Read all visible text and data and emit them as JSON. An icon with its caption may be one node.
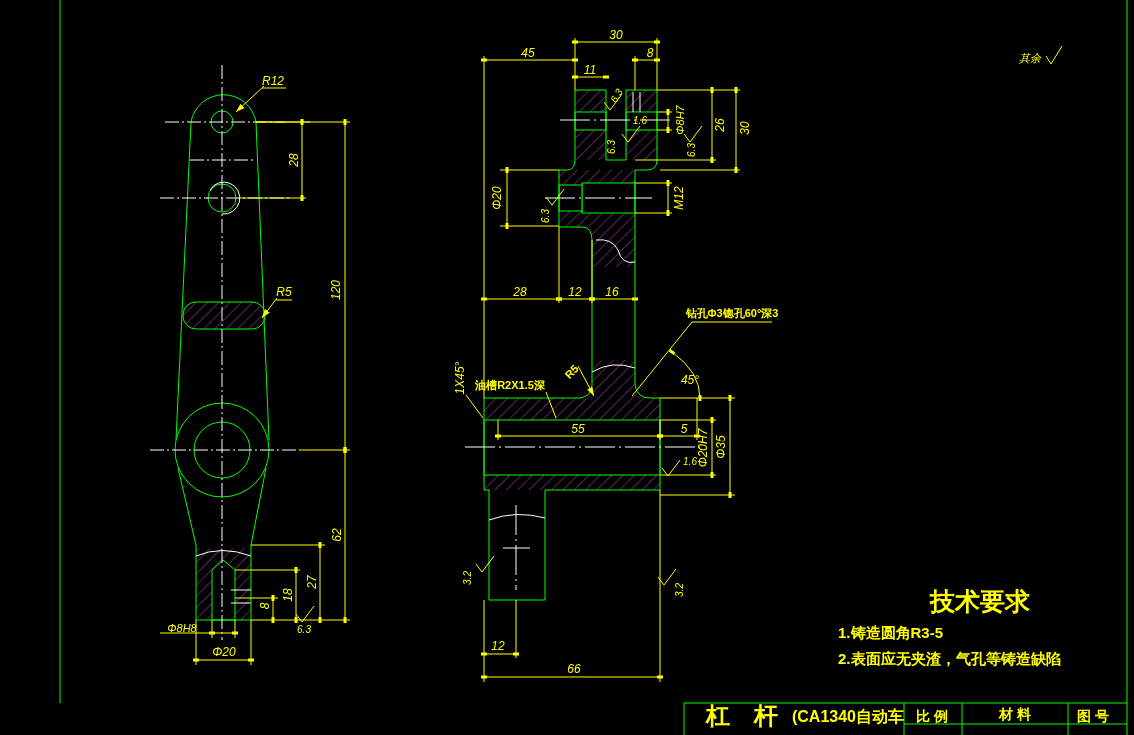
{
  "diagram": {
    "nodes": [
      {
        "text": [
          "R12"
        ]
      },
      {
        "text": [
          "R5"
        ]
      },
      {
        "text": [
          "钻孔Φ3锪孔60°深3"
        ]
      },
      {
        "text": [
          "R5"
        ]
      },
      {
        "text": [
          "油槽R2X1.5深"
        ]
      },
      {
        "text": [
          "1X45°"
        ]
      }
    ],
    "edges": [
      {
        "from": 0,
        "to": null,
        "arrow": "to"
      },
      {
        "from": 1,
        "to": null,
        "arrow": "to"
      },
      {
        "from": 2,
        "to": null,
        "arrow": "none"
      },
      {
        "from": 3,
        "to": null,
        "arrow": "to"
      },
      {
        "from": 4,
        "to": null,
        "arrow": "none"
      },
      {
        "from": 5,
        "to": null,
        "arrow": "none"
      }
    ],
    "labels": [
      "30",
      "45",
      "8",
      "11",
      "6.3",
      "1.6",
      "Φ8H7",
      "26",
      "30",
      "28",
      "6.3",
      "6.3",
      "120",
      "Φ20",
      "M12",
      "6.3",
      "28",
      "12",
      "16",
      "45°",
      "55",
      "5",
      "Φ20H7",
      "Φ35",
      "1.6",
      "62",
      "27",
      "18",
      "8",
      "3.2",
      "3.2",
      "Φ8H8",
      "6.3",
      "Φ20",
      "12",
      "66",
      "其余",
      "技术要求",
      "1.铸造圆角R3-5",
      "2.表面应无夹渣，气孔等铸造缺陷",
      "杠　杆",
      "(CA1340自动车",
      "比 例",
      "材 料",
      "图 号"
    ]
  }
}
